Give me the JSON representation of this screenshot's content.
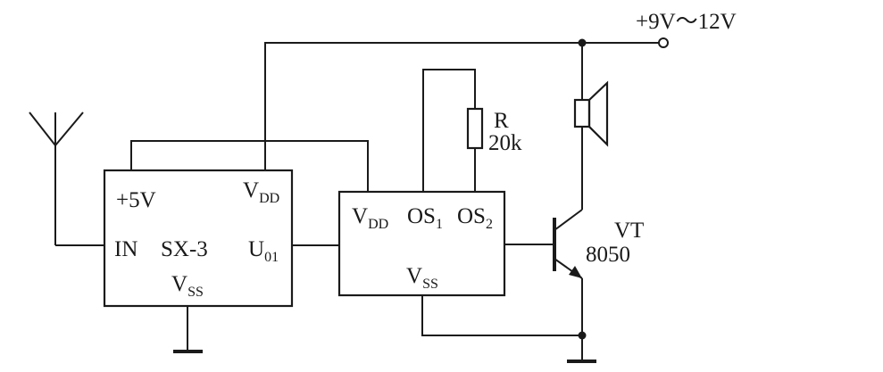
{
  "supply": {
    "label": "+9V～12V"
  },
  "receiver_module": {
    "pin_5v": "+5V",
    "pin_vdd": "V",
    "pin_vdd_sub": "DD",
    "pin_in": "IN",
    "name": "SX-3",
    "pin_u": "U",
    "pin_u_sub": "01",
    "pin_vss": "V",
    "pin_vss_sub": "SS"
  },
  "music_ic": {
    "pin_vdd": "V",
    "pin_vdd_sub": "DD",
    "pin_os1": "OS",
    "pin_os1_sub": "1",
    "pin_os2": "OS",
    "pin_os2_sub": "2",
    "pin_vss": "V",
    "pin_vss_sub": "SS"
  },
  "resistor": {
    "name": "R",
    "value": "20k"
  },
  "transistor": {
    "name": "VT",
    "part": "8050"
  }
}
